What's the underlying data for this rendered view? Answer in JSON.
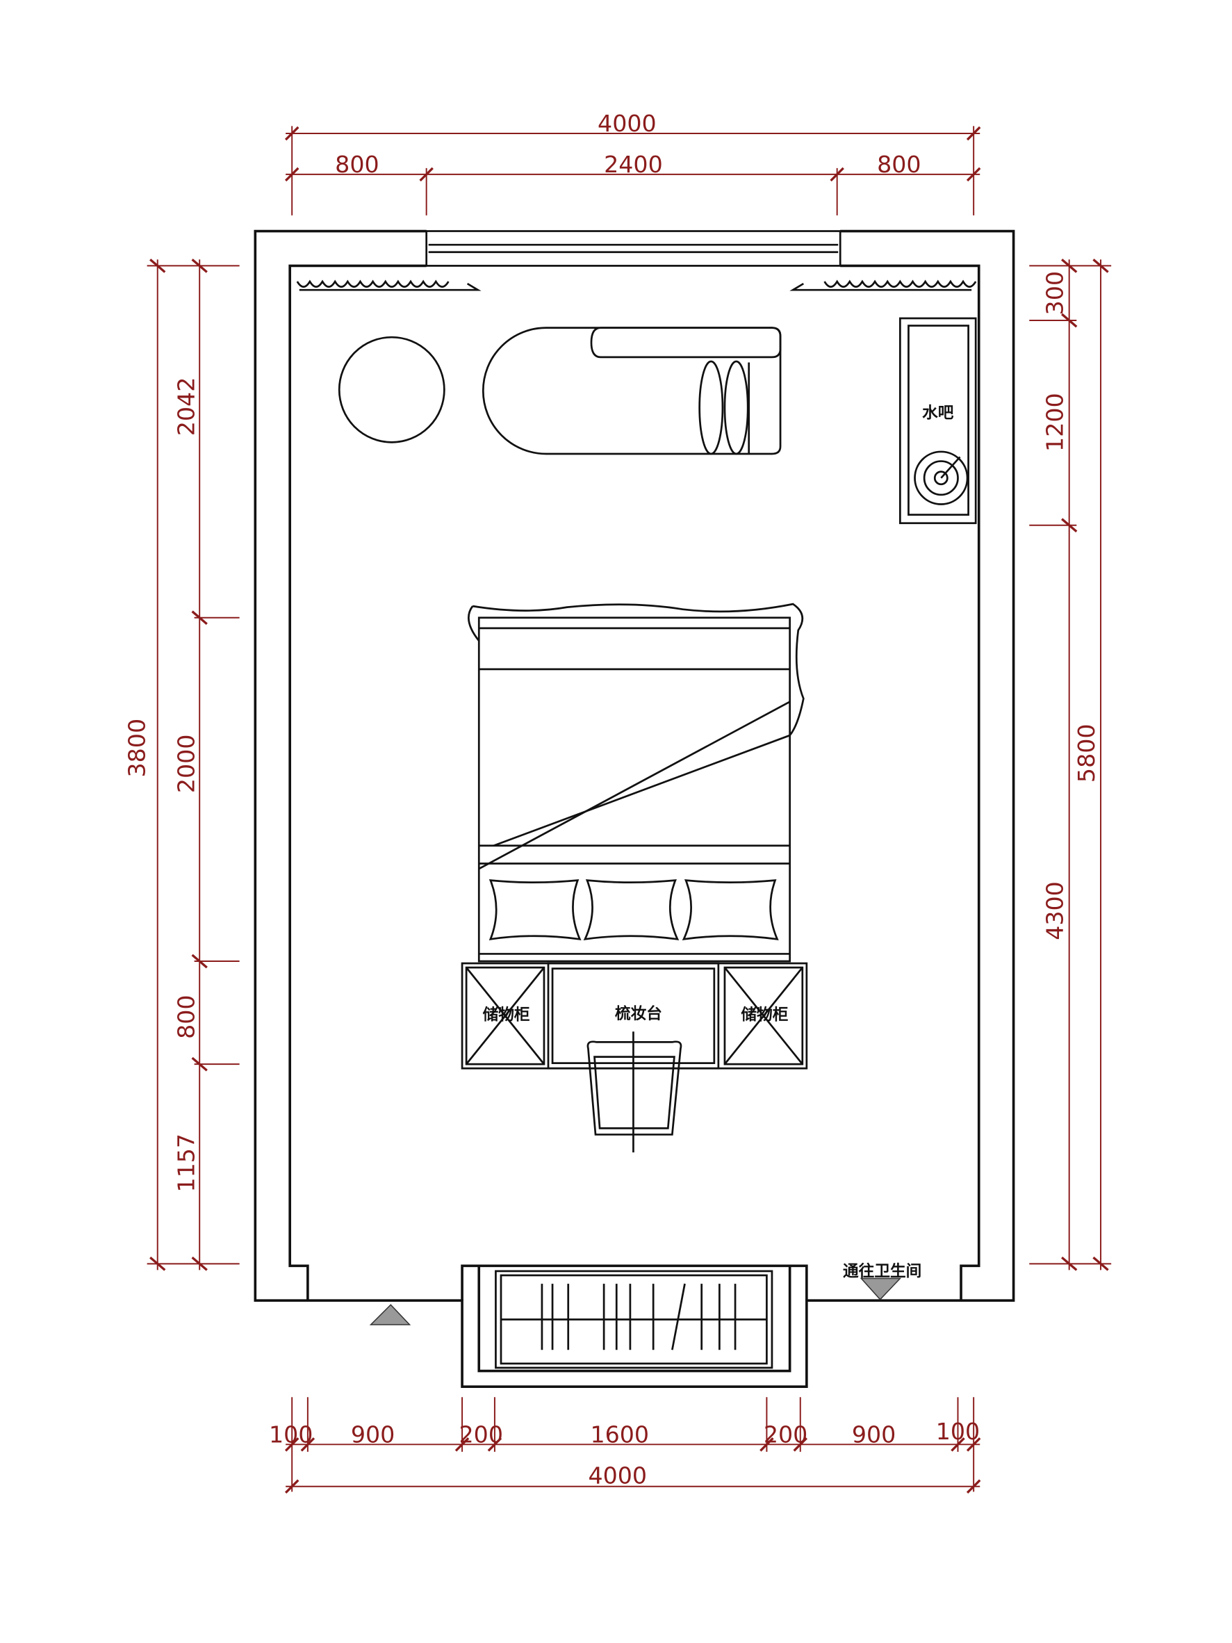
{
  "dimensions": {
    "top_total": "4000",
    "top_segments": [
      "800",
      "2400",
      "800"
    ],
    "left_total": "3800",
    "left_segments": [
      "2042",
      "2000",
      "800",
      "1157"
    ],
    "right_total": "5800",
    "right_segments": [
      "300",
      "1200",
      "4300"
    ],
    "bottom_segments": [
      "100",
      "900",
      "200",
      "1600",
      "200",
      "900",
      "100"
    ],
    "bottom_total": "4000"
  },
  "labels": {
    "water_bar": "水吧",
    "storage_left": "储物柜",
    "dresser": "梳妆台",
    "storage_right": "储物柜",
    "to_bathroom": "通往卫生间"
  },
  "colors": {
    "dimension": "#8b1c1c",
    "walls": "#111111",
    "door_marker": "#999999"
  }
}
